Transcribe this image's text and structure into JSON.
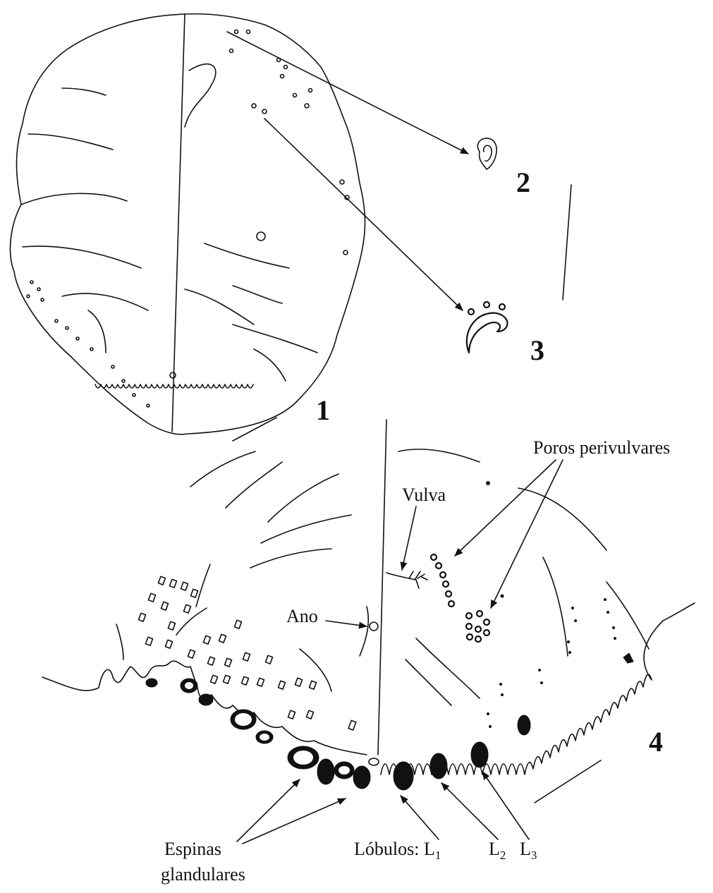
{
  "figure_numbers": {
    "fig1": "1",
    "fig2": "2",
    "fig3": "3",
    "fig4": "4"
  },
  "labels": {
    "poros_perivulvares": "Poros perivulvares",
    "vulva": "Vulva",
    "ano": "Ano",
    "espinas_line1": "Espinas",
    "espinas_line2": "glandulares",
    "lobulos_prefix": "Lóbulos: L",
    "lobulo_l1_sub": "1",
    "lobulo_l2": "L",
    "lobulo_l2_sub": "2",
    "lobulo_l3": "L",
    "lobulo_l3_sub": "3"
  }
}
